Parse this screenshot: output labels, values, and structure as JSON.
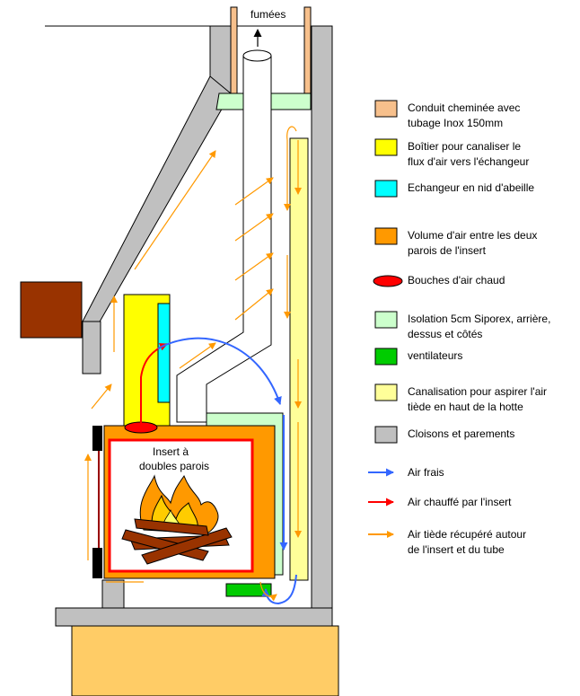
{
  "diagram": {
    "label_smoke": "fumées",
    "label_insert_line1": "Insert à",
    "label_insert_line2": "doubles parois"
  },
  "colors": {
    "flue": "#f7c08c",
    "box": "#ffff00",
    "exchanger": "#00ffff",
    "air_volume": "#ff9900",
    "vent_outlet": "#ff0000",
    "insulation": "#ccffcc",
    "fan": "#00cc00",
    "duct": "#ffff99",
    "walls": "#c0c0c0",
    "fresh_air": "#3366ff",
    "heated_air": "#ff0000",
    "warm_air": "#ff9900",
    "beam": "#993300",
    "hearth": "#ffcc66"
  },
  "legend": {
    "items": [
      {
        "lines": [
          "Conduit cheminée avec",
          "tubage Inox 150mm"
        ],
        "kind": "swatch",
        "color": "#f7c08c",
        "icon": "flue-swatch-icon"
      },
      {
        "lines": [
          "Boîtier pour  canaliser le",
          "flux d'air vers l'échangeur"
        ],
        "kind": "swatch",
        "color": "#ffff00",
        "icon": "box-swatch-icon"
      },
      {
        "lines": [
          "Echangeur  en nid d'abeille"
        ],
        "kind": "swatch",
        "color": "#00ffff",
        "icon": "exchanger-swatch-icon"
      },
      {
        "lines": [
          "Volume d'air entre les deux",
          "parois de l'insert"
        ],
        "kind": "swatch",
        "color": "#ff9900",
        "icon": "air-volume-swatch-icon"
      },
      {
        "lines": [
          "Bouches d'air chaud"
        ],
        "kind": "ellipse",
        "color": "#ff0000",
        "icon": "hot-air-vent-icon"
      },
      {
        "lines": [
          "Isolation 5cm Siporex, arrière,",
          "dessus et côtés"
        ],
        "kind": "swatch",
        "color": "#ccffcc",
        "icon": "insulation-swatch-icon"
      },
      {
        "lines": [
          "ventilateurs"
        ],
        "kind": "swatch",
        "color": "#00cc00",
        "icon": "fan-swatch-icon"
      },
      {
        "lines": [
          "Canalisation pour aspirer l'air",
          "tiède en haut de la hotte"
        ],
        "kind": "swatch",
        "color": "#ffff99",
        "icon": "duct-swatch-icon"
      },
      {
        "lines": [
          "Cloisons et parements"
        ],
        "kind": "swatch",
        "color": "#c0c0c0",
        "icon": "walls-swatch-icon"
      },
      {
        "lines": [
          "Air frais"
        ],
        "kind": "arrow",
        "color": "#3366ff",
        "icon": "fresh-air-arrow-icon"
      },
      {
        "lines": [
          "Air chauffé par l'insert"
        ],
        "kind": "arrow",
        "color": "#ff0000",
        "icon": "heated-air-arrow-icon"
      },
      {
        "lines": [
          "Air tiède récupéré autour",
          "de l'insert et du tube"
        ],
        "kind": "arrow",
        "color": "#ff9900",
        "icon": "warm-air-arrow-icon"
      }
    ]
  }
}
